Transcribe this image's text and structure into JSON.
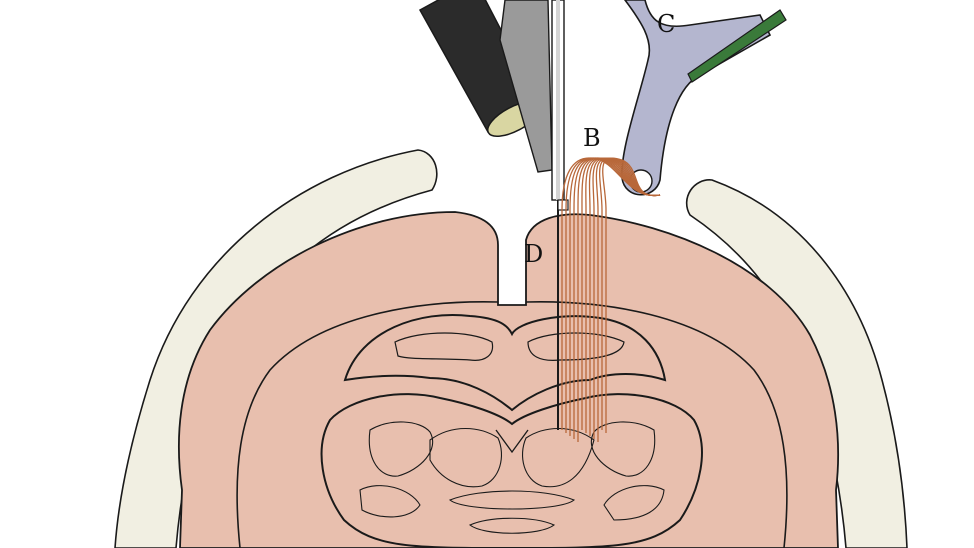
{
  "labels": {
    "b": "B",
    "c": "C",
    "d": "D"
  },
  "colors": {
    "background": "#ffffff",
    "brain_fill": "#e8bfae",
    "skull_fill": "#f1efe2",
    "outline": "#1a1a1a",
    "probe_holder": "#b4b6cf",
    "fibers": "#b8683a",
    "fiber_connector": "#3a7a3a",
    "microdrive_dark": "#2b2b2b",
    "cannula_metal": "#9a9a9a"
  },
  "icons": {
    "microdrive": "cylinder-microdrive",
    "guide": "guide-cannula",
    "holder": "probe-holder",
    "fibers": "optic-fiber-bundle",
    "brain": "coronal-brain-section",
    "skull": "skull-cross-section"
  }
}
